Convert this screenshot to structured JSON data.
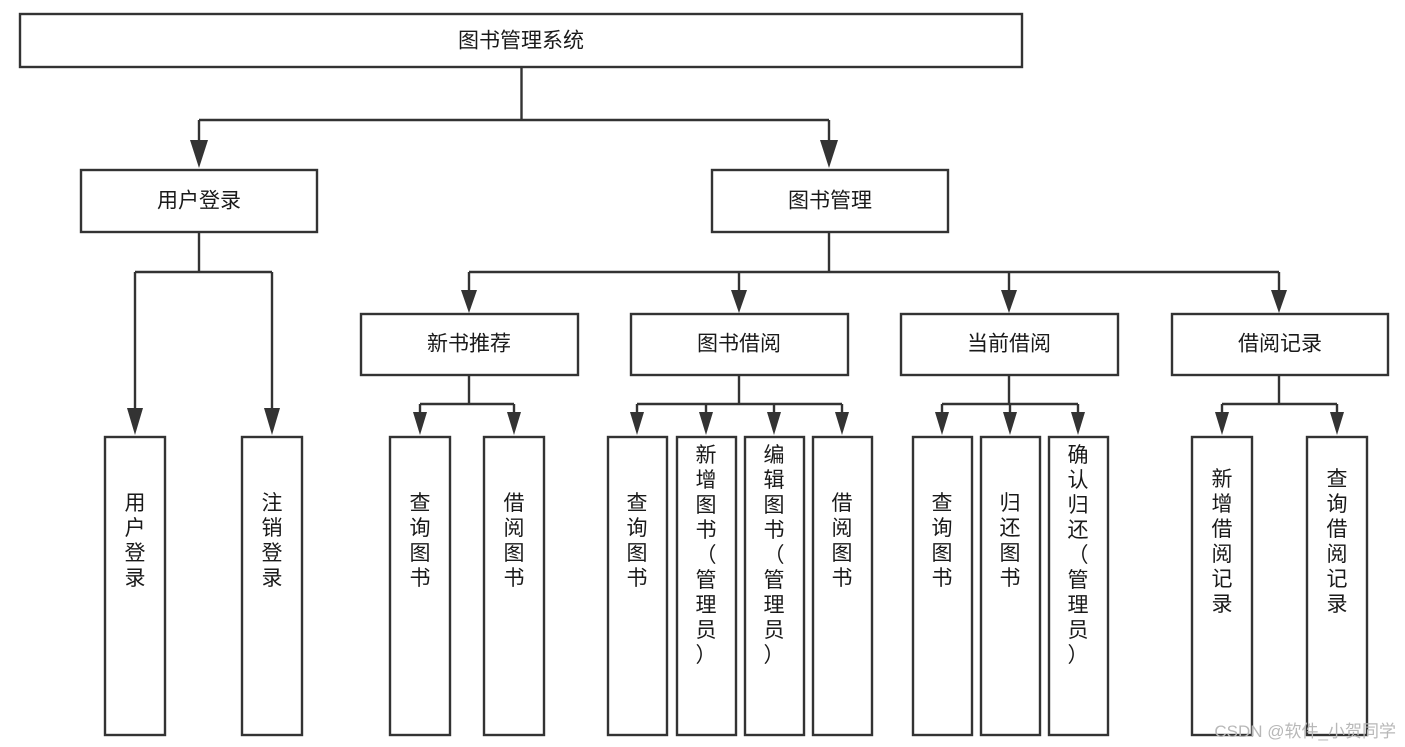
{
  "diagram": {
    "title": "图书管理系统",
    "type": "tree-hierarchy",
    "watermark": "CSDN @软件_小贺同学",
    "nodes": {
      "root": {
        "label": "图书管理系统"
      },
      "level2": [
        {
          "id": "user-login",
          "label": "用户登录"
        },
        {
          "id": "book-management",
          "label": "图书管理"
        }
      ],
      "level3": [
        {
          "id": "new-book-recommend",
          "label": "新书推荐"
        },
        {
          "id": "book-borrow",
          "label": "图书借阅"
        },
        {
          "id": "current-borrow",
          "label": "当前借阅"
        },
        {
          "id": "borrow-record",
          "label": "借阅记录"
        }
      ],
      "leaves_user_login": [
        {
          "id": "leaf-user-login",
          "label": "用户登录"
        },
        {
          "id": "leaf-logout-login",
          "label": "注销登录"
        }
      ],
      "leaves_new_book_recommend": [
        {
          "id": "leaf-query-book-1",
          "label": "查询图书"
        },
        {
          "id": "leaf-borrow-book-1",
          "label": "借阅图书"
        }
      ],
      "leaves_book_borrow": [
        {
          "id": "leaf-query-book-2",
          "label": "查询图书"
        },
        {
          "id": "leaf-add-book",
          "label": "新增图书（管理员）"
        },
        {
          "id": "leaf-edit-book",
          "label": "编辑图书（管理员）"
        },
        {
          "id": "leaf-borrow-book-2",
          "label": "借阅图书"
        }
      ],
      "leaves_current_borrow": [
        {
          "id": "leaf-query-book-3",
          "label": "查询图书"
        },
        {
          "id": "leaf-return-book",
          "label": "归还图书"
        },
        {
          "id": "leaf-confirm-return",
          "label": "确认归还（管理员）"
        }
      ],
      "leaves_borrow_record": [
        {
          "id": "leaf-add-record",
          "label": "新增借阅记录"
        },
        {
          "id": "leaf-query-record",
          "label": "查询借阅记录"
        }
      ]
    },
    "colors": {
      "box_fill": "#ffffff",
      "box_stroke": "#333333",
      "text": "#1a1a1a",
      "connector": "#333333",
      "watermark": "#b8b8b8",
      "background": "#ffffff"
    }
  }
}
